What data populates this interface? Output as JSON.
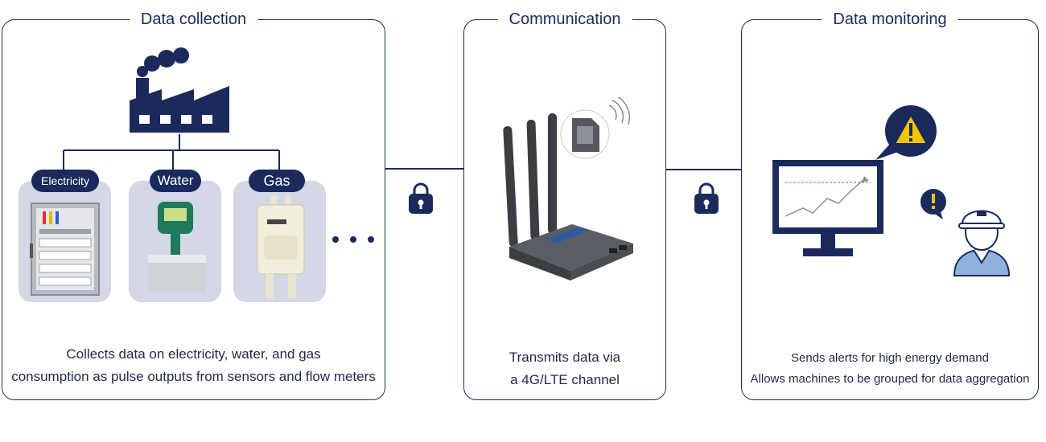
{
  "panels": {
    "collection": {
      "title": "Data collection",
      "badges": [
        "Electricity",
        "Water",
        "Gas"
      ],
      "caption_line1": "Collects data on electricity, water, and gas",
      "caption_line2": "consumption as pulse outputs from sensors and flow meters"
    },
    "communication": {
      "title": "Communication",
      "caption_line1": "Transmits data via",
      "caption_line2": "a 4G/LTE channel"
    },
    "monitoring": {
      "title": "Data monitoring",
      "caption_line1": "Sends alerts for high energy demand",
      "caption_line2": "Allows machines to be grouped for data aggregation"
    }
  },
  "colors": {
    "navy": "#1b2a5c",
    "tile": "#d3d7e6",
    "alert_yellow": "#f5c400"
  },
  "icons": [
    "factory-icon",
    "electrical-panel-icon",
    "flow-meter-icon",
    "gas-meter-icon",
    "lock-icon",
    "router-icon",
    "sim-card-icon",
    "monitor-chart-icon",
    "warning-icon",
    "worker-helmet-icon"
  ]
}
